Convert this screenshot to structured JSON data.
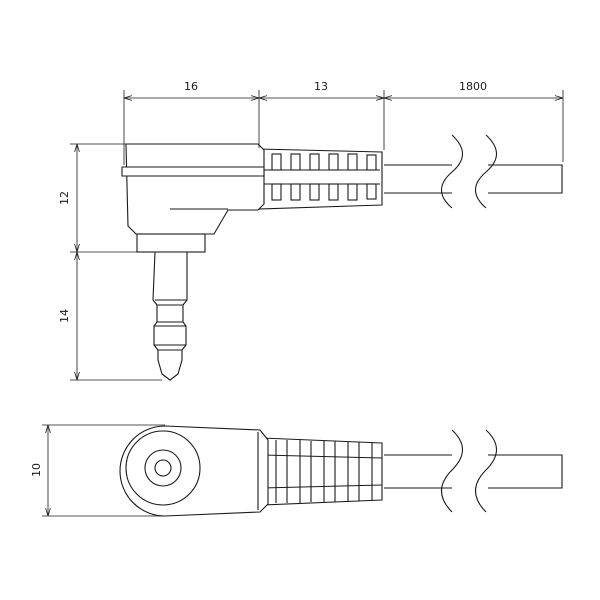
{
  "dimensions": {
    "plug_body_width": "16",
    "strain_relief_length": "13",
    "cable_length": "1800",
    "plug_body_height": "12",
    "plug_pin_length": "14",
    "plug_thickness": "10"
  },
  "colors": {
    "line": "#1a1a1a",
    "background": "#ffffff"
  }
}
